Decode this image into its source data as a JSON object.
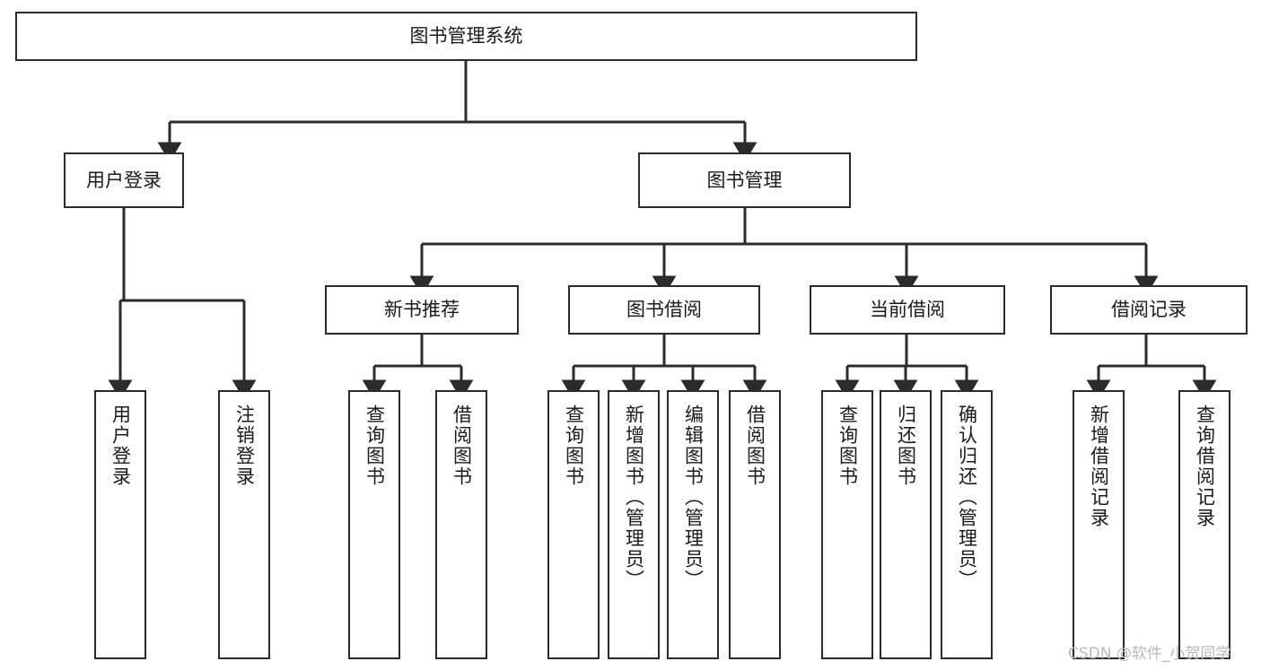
{
  "diagram": {
    "title": "图书管理系统",
    "type": "functional-structure-tree",
    "watermark": "CSDN @软件_小贺同学",
    "colors": {
      "background": "#ffffff",
      "node_border": "#2b2b2b",
      "node_fill": "#ffffff",
      "edge": "#2b2b2b",
      "text": "#1a1a1a",
      "watermark": "#b9b9b9"
    },
    "levels": {
      "root": {
        "label": "图书管理系统"
      },
      "level2": [
        {
          "id": "user-login",
          "label": "用户登录"
        },
        {
          "id": "book-management",
          "label": "图书管理"
        }
      ],
      "level3": [
        {
          "id": "new-book-recommend",
          "label": "新书推荐",
          "parent": "book-management"
        },
        {
          "id": "book-borrow",
          "label": "图书借阅",
          "parent": "book-management"
        },
        {
          "id": "current-borrow",
          "label": "当前借阅",
          "parent": "book-management"
        },
        {
          "id": "borrow-record",
          "label": "借阅记录",
          "parent": "book-management"
        }
      ],
      "leaves": [
        {
          "id": "leaf-user-login",
          "label": "用户登录",
          "parent": "user-login"
        },
        {
          "id": "leaf-logout-login",
          "label": "注销登录",
          "parent": "user-login"
        },
        {
          "id": "leaf-query-book-1",
          "label": "查询图书",
          "parent": "new-book-recommend"
        },
        {
          "id": "leaf-borrow-book-1",
          "label": "借阅图书",
          "parent": "new-book-recommend"
        },
        {
          "id": "leaf-query-book-2",
          "label": "查询图书",
          "parent": "book-borrow"
        },
        {
          "id": "leaf-add-book",
          "label": "新增图书（管理员）",
          "parent": "book-borrow"
        },
        {
          "id": "leaf-edit-book",
          "label": "编辑图书（管理员）",
          "parent": "book-borrow"
        },
        {
          "id": "leaf-borrow-book-2",
          "label": "借阅图书",
          "parent": "book-borrow"
        },
        {
          "id": "leaf-query-book-3",
          "label": "查询图书",
          "parent": "current-borrow"
        },
        {
          "id": "leaf-return-book",
          "label": "归还图书",
          "parent": "current-borrow"
        },
        {
          "id": "leaf-confirm-return",
          "label": "确认归还（管理员）",
          "parent": "current-borrow"
        },
        {
          "id": "leaf-add-record",
          "label": "新增借阅记录",
          "parent": "borrow-record"
        },
        {
          "id": "leaf-query-record",
          "label": "查询借阅记录",
          "parent": "borrow-record"
        }
      ]
    }
  }
}
